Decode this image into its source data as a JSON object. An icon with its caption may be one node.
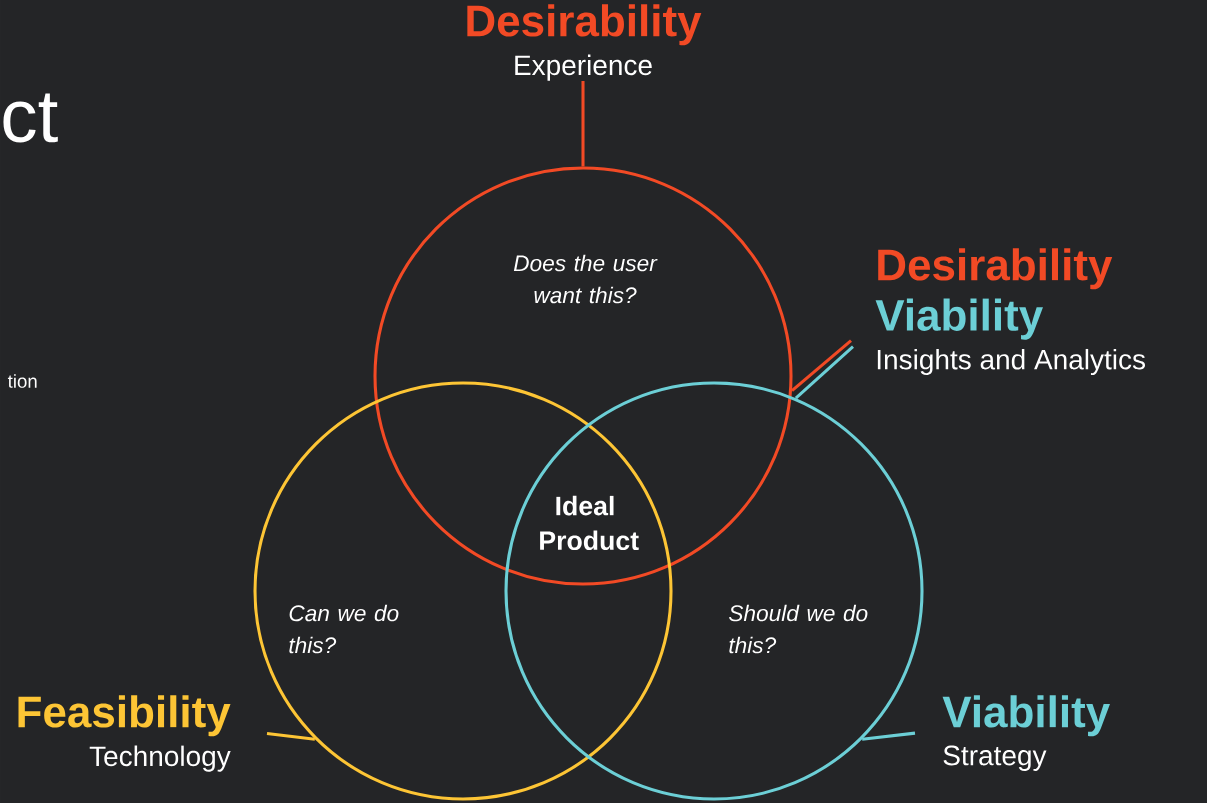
{
  "diagram": {
    "nodes": [
      {
        "text": [
          "Does the user want this?"
        ]
      },
      {
        "text": [
          "Can we do this?"
        ]
      },
      {
        "text": [
          "Should we do this?"
        ]
      },
      {
        "text": [
          "Desirability",
          "Experience"
        ]
      },
      {
        "text": [
          "Desirability",
          "Viability",
          "Insights and Analytics"
        ]
      },
      {
        "text": [
          "Feasibility",
          "Technology"
        ]
      },
      {
        "text": [
          "Viability",
          "Strategy"
        ]
      }
    ],
    "edges": [
      {
        "from": 3,
        "to": 0,
        "arrow": "none",
        "color": "#f24a25"
      },
      {
        "from": 4,
        "to": 0,
        "arrow": "none",
        "color": "#f24a25"
      },
      {
        "from": 4,
        "to": 2,
        "arrow": "none",
        "color": "#6ccfd6"
      },
      {
        "from": 5,
        "to": 1,
        "arrow": "none",
        "color": "#fdc535"
      },
      {
        "from": 6,
        "to": 2,
        "arrow": "none",
        "color": "#6ccfd6"
      }
    ],
    "labels": [
      "ct",
      "tion",
      "Ideal Product"
    ]
  }
}
